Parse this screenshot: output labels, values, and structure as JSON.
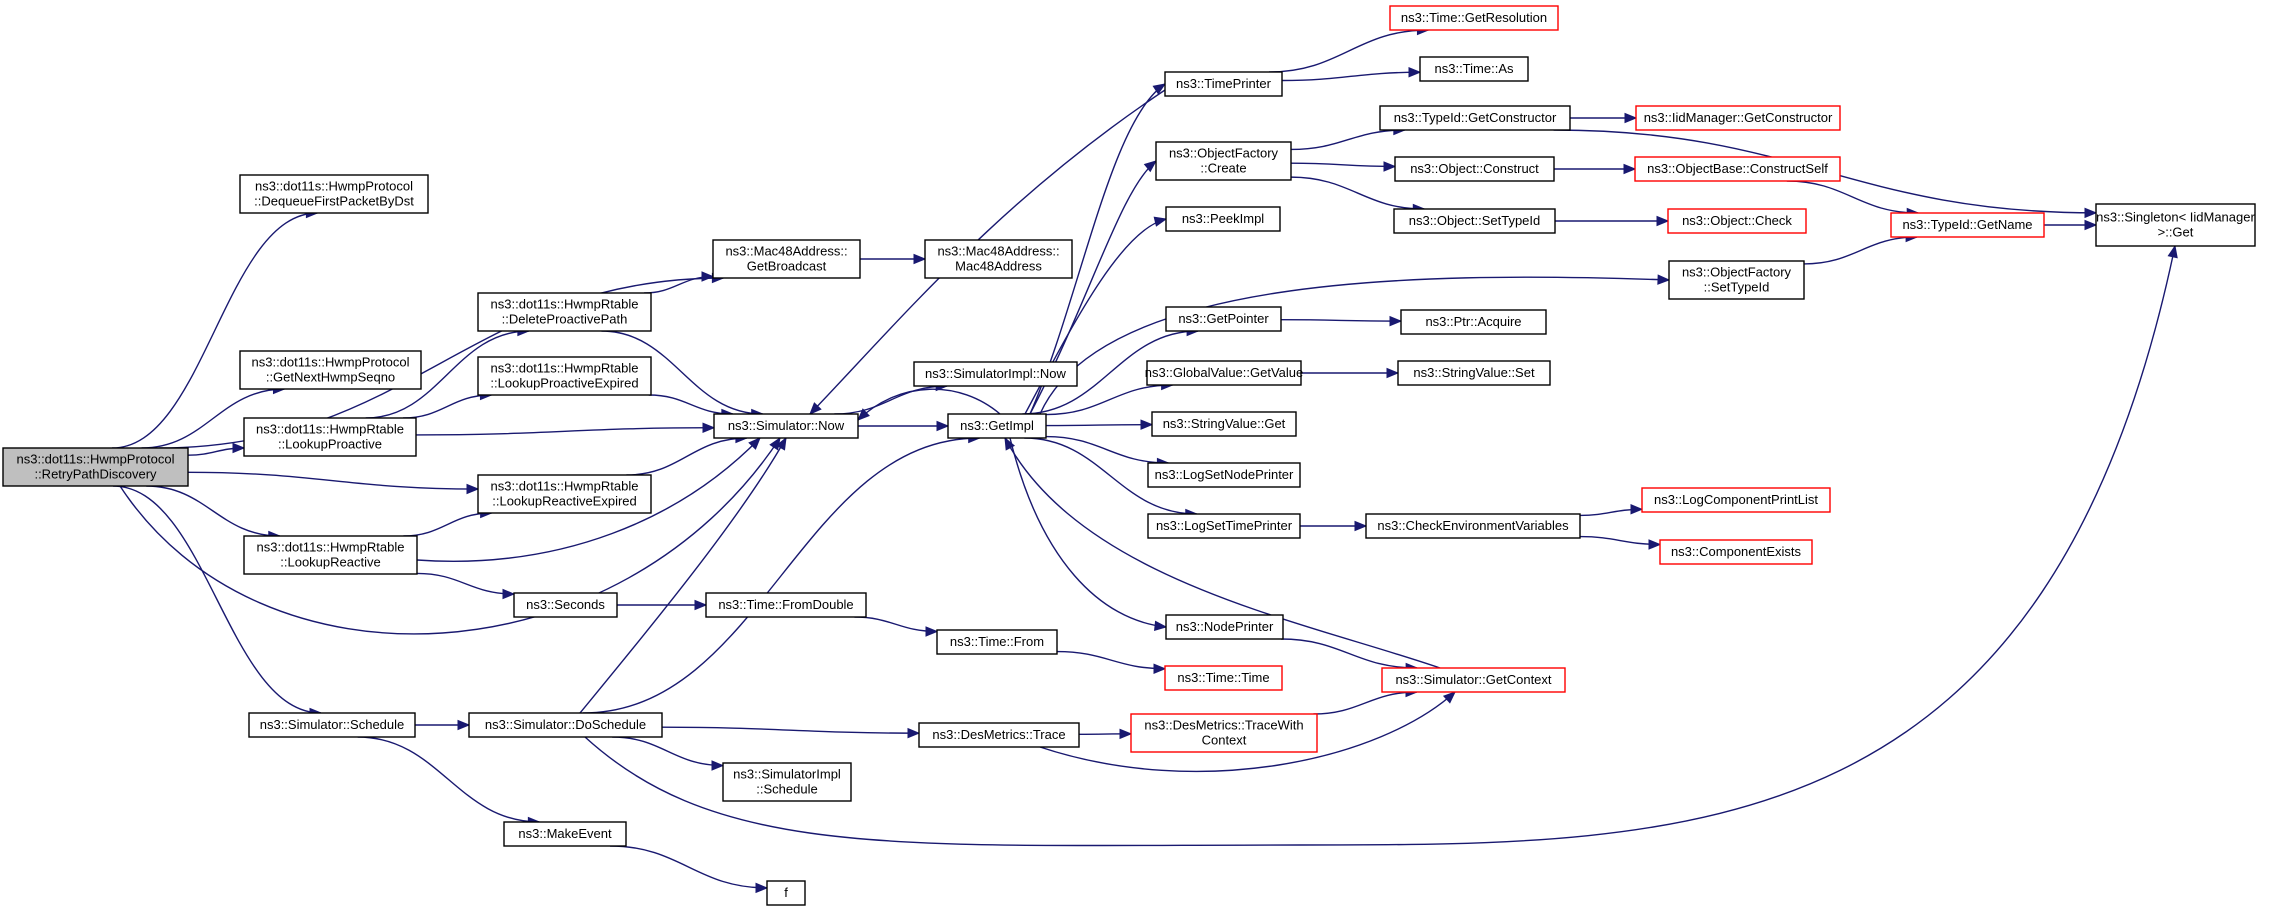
{
  "graph": {
    "type": "call-graph",
    "root": "retry",
    "colors": {
      "edge": "#191970",
      "node_border": "#000000",
      "truncated_border": "#ff0000",
      "root_fill": "#bfbfbf",
      "background": "#ffffff"
    },
    "nodes": [
      {
        "id": "retry",
        "lines": [
          "ns3::dot11s::HwmpProtocol",
          "::RetryPathDiscovery"
        ],
        "style": "root"
      },
      {
        "id": "dequeue",
        "lines": [
          "ns3::dot11s::HwmpProtocol",
          "::DequeueFirstPacketByDst"
        ]
      },
      {
        "id": "getnext",
        "lines": [
          "ns3::dot11s::HwmpProtocol",
          "::GetNextHwmpSeqno"
        ]
      },
      {
        "id": "lookproactive",
        "lines": [
          "ns3::dot11s::HwmpRtable",
          "::LookupProactive"
        ]
      },
      {
        "id": "lookreactive",
        "lines": [
          "ns3::dot11s::HwmpRtable",
          "::LookupReactive"
        ]
      },
      {
        "id": "schedule",
        "lines": [
          "ns3::Simulator::Schedule"
        ]
      },
      {
        "id": "deleteproactive",
        "lines": [
          "ns3::dot11s::HwmpRtable",
          "::DeleteProactivePath"
        ]
      },
      {
        "id": "lookproactiveexp",
        "lines": [
          "ns3::dot11s::HwmpRtable",
          "::LookupProactiveExpired"
        ]
      },
      {
        "id": "lookreactiveexp",
        "lines": [
          "ns3::dot11s::HwmpRtable",
          "::LookupReactiveExpired"
        ]
      },
      {
        "id": "seconds",
        "lines": [
          "ns3::Seconds"
        ]
      },
      {
        "id": "doschedule",
        "lines": [
          "ns3::Simulator::DoSchedule"
        ]
      },
      {
        "id": "makeevent",
        "lines": [
          "ns3::MakeEvent"
        ]
      },
      {
        "id": "f",
        "lines": [
          "f"
        ]
      },
      {
        "id": "getbroadcast",
        "lines": [
          "ns3::Mac48Address::",
          "GetBroadcast"
        ]
      },
      {
        "id": "simnow",
        "lines": [
          "ns3::Simulator::Now"
        ]
      },
      {
        "id": "fromdouble",
        "lines": [
          "ns3::Time::FromDouble"
        ]
      },
      {
        "id": "implschedule",
        "lines": [
          "ns3::SimulatorImpl",
          "::Schedule"
        ]
      },
      {
        "id": "mac48",
        "lines": [
          "ns3::Mac48Address::",
          "Mac48Address"
        ]
      },
      {
        "id": "implnow",
        "lines": [
          "ns3::SimulatorImpl::Now"
        ]
      },
      {
        "id": "getimpl",
        "lines": [
          "ns3::GetImpl"
        ]
      },
      {
        "id": "timefrom",
        "lines": [
          "ns3::Time::From"
        ]
      },
      {
        "id": "destrace",
        "lines": [
          "ns3::DesMetrics::Trace"
        ]
      },
      {
        "id": "timeprinter",
        "lines": [
          "ns3::TimePrinter"
        ]
      },
      {
        "id": "ofcreate",
        "lines": [
          "ns3::ObjectFactory",
          "::Create"
        ]
      },
      {
        "id": "peekimpl",
        "lines": [
          "ns3::PeekImpl"
        ]
      },
      {
        "id": "getpointer",
        "lines": [
          "ns3::GetPointer"
        ]
      },
      {
        "id": "gvgetvalue",
        "lines": [
          "ns3::GlobalValue::GetValue"
        ]
      },
      {
        "id": "svget",
        "lines": [
          "ns3::StringValue::Get"
        ]
      },
      {
        "id": "lognode",
        "lines": [
          "ns3::LogSetNodePrinter"
        ]
      },
      {
        "id": "logtime",
        "lines": [
          "ns3::LogSetTimePrinter"
        ]
      },
      {
        "id": "nodeprinter",
        "lines": [
          "ns3::NodePrinter"
        ]
      },
      {
        "id": "timetime",
        "lines": [
          "ns3::Time::Time"
        ],
        "style": "truncated"
      },
      {
        "id": "tracewithctx",
        "lines": [
          "ns3::DesMetrics::TraceWith",
          "Context"
        ],
        "style": "truncated"
      },
      {
        "id": "getres",
        "lines": [
          "ns3::Time::GetResolution"
        ],
        "style": "truncated"
      },
      {
        "id": "timeas",
        "lines": [
          "ns3::Time::As"
        ]
      },
      {
        "id": "tidgetctor",
        "lines": [
          "ns3::TypeId::GetConstructor"
        ]
      },
      {
        "id": "objconstruct",
        "lines": [
          "ns3::Object::Construct"
        ]
      },
      {
        "id": "objsettype",
        "lines": [
          "ns3::Object::SetTypeId"
        ]
      },
      {
        "id": "ptracquire",
        "lines": [
          "ns3::Ptr::Acquire"
        ]
      },
      {
        "id": "svset",
        "lines": [
          "ns3::StringValue::Set"
        ]
      },
      {
        "id": "checkenv",
        "lines": [
          "ns3::CheckEnvironmentVariables"
        ]
      },
      {
        "id": "getcontext",
        "lines": [
          "ns3::Simulator::GetContext"
        ],
        "style": "truncated"
      },
      {
        "id": "iidgetctor",
        "lines": [
          "ns3::IidManager::GetConstructor"
        ],
        "style": "truncated"
      },
      {
        "id": "obconstructself",
        "lines": [
          "ns3::ObjectBase::ConstructSelf"
        ],
        "style": "truncated"
      },
      {
        "id": "objcheck",
        "lines": [
          "ns3::Object::Check"
        ],
        "style": "truncated"
      },
      {
        "id": "ofsettype",
        "lines": [
          "ns3::ObjectFactory",
          "::SetTypeId"
        ]
      },
      {
        "id": "logcomp",
        "lines": [
          "ns3::LogComponentPrintList"
        ],
        "style": "truncated"
      },
      {
        "id": "compexists",
        "lines": [
          "ns3::ComponentExists"
        ],
        "style": "truncated"
      },
      {
        "id": "tidgetname",
        "lines": [
          "ns3::TypeId::GetName"
        ],
        "style": "truncated"
      },
      {
        "id": "singleton",
        "lines": [
          "ns3::Singleton< IidManager",
          ">::Get"
        ]
      }
    ],
    "edges": [
      [
        "retry",
        "dequeue"
      ],
      [
        "retry",
        "getnext"
      ],
      [
        "retry",
        "lookproactive"
      ],
      [
        "retry",
        "lookreactive"
      ],
      [
        "retry",
        "schedule"
      ],
      [
        "retry",
        "getbroadcast"
      ],
      [
        "retry",
        "lookreactiveexp"
      ],
      [
        "retry",
        "simnow"
      ],
      [
        "lookproactive",
        "deleteproactive"
      ],
      [
        "lookproactive",
        "lookproactiveexp"
      ],
      [
        "lookproactive",
        "simnow"
      ],
      [
        "deleteproactive",
        "getbroadcast"
      ],
      [
        "deleteproactive",
        "simnow"
      ],
      [
        "lookproactiveexp",
        "simnow"
      ],
      [
        "lookreactiveexp",
        "simnow"
      ],
      [
        "lookreactive",
        "lookreactiveexp"
      ],
      [
        "lookreactive",
        "seconds"
      ],
      [
        "lookreactive",
        "simnow"
      ],
      [
        "seconds",
        "fromdouble"
      ],
      [
        "fromdouble",
        "timefrom"
      ],
      [
        "timefrom",
        "timetime"
      ],
      [
        "schedule",
        "doschedule"
      ],
      [
        "schedule",
        "makeevent"
      ],
      [
        "makeevent",
        "f"
      ],
      [
        "doschedule",
        "simnow"
      ],
      [
        "doschedule",
        "getimpl"
      ],
      [
        "doschedule",
        "destrace"
      ],
      [
        "doschedule",
        "implschedule"
      ],
      [
        "doschedule",
        "singleton"
      ],
      [
        "getbroadcast",
        "mac48"
      ],
      [
        "simnow",
        "implnow"
      ],
      [
        "simnow",
        "getimpl"
      ],
      [
        "getimpl",
        "timeprinter"
      ],
      [
        "getimpl",
        "ofcreate"
      ],
      [
        "getimpl",
        "peekimpl"
      ],
      [
        "getimpl",
        "ofsettype"
      ],
      [
        "getimpl",
        "getpointer"
      ],
      [
        "getimpl",
        "gvgetvalue"
      ],
      [
        "getimpl",
        "svget"
      ],
      [
        "getimpl",
        "lognode"
      ],
      [
        "getimpl",
        "logtime"
      ],
      [
        "getimpl",
        "nodeprinter"
      ],
      [
        "getimpl",
        "simnow"
      ],
      [
        "timeprinter",
        "getres"
      ],
      [
        "timeprinter",
        "timeas"
      ],
      [
        "timeprinter",
        "simnow"
      ],
      [
        "ofcreate",
        "tidgetctor"
      ],
      [
        "ofcreate",
        "objconstruct"
      ],
      [
        "ofcreate",
        "objsettype"
      ],
      [
        "tidgetctor",
        "iidgetctor"
      ],
      [
        "tidgetctor",
        "singleton"
      ],
      [
        "objconstruct",
        "obconstructself"
      ],
      [
        "objsettype",
        "objcheck"
      ],
      [
        "obconstructself",
        "tidgetname"
      ],
      [
        "ofsettype",
        "tidgetname"
      ],
      [
        "tidgetname",
        "singleton"
      ],
      [
        "getpointer",
        "ptracquire"
      ],
      [
        "gvgetvalue",
        "svset"
      ],
      [
        "logtime",
        "checkenv"
      ],
      [
        "checkenv",
        "logcomp"
      ],
      [
        "checkenv",
        "compexists"
      ],
      [
        "nodeprinter",
        "getcontext"
      ],
      [
        "getcontext",
        "getimpl"
      ],
      [
        "destrace",
        "tracewithctx"
      ],
      [
        "destrace",
        "getcontext"
      ],
      [
        "tracewithctx",
        "getcontext"
      ]
    ]
  }
}
